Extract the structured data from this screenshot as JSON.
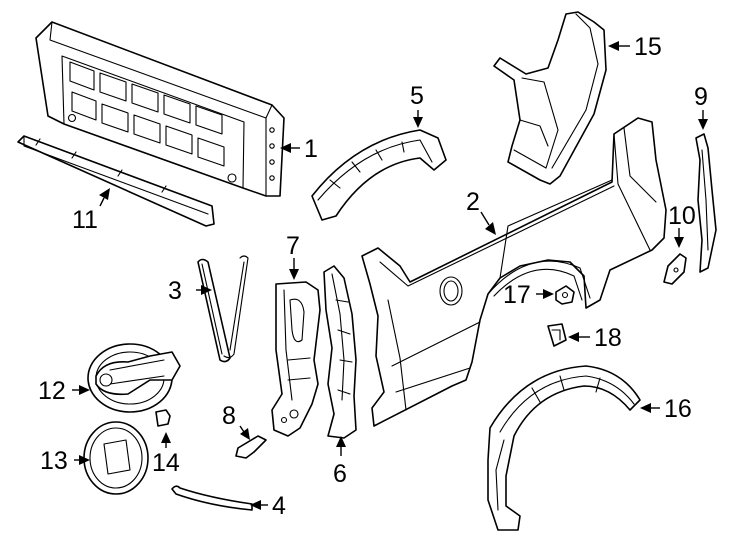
{
  "callouts": {
    "c1": "1",
    "c2": "2",
    "c3": "3",
    "c4": "4",
    "c5": "5",
    "c6": "6",
    "c7": "7",
    "c8": "8",
    "c9": "9",
    "c10": "10",
    "c11": "11",
    "c12": "12",
    "c13": "13",
    "c14": "14",
    "c15": "15",
    "c16": "16",
    "c17": "17",
    "c18": "18"
  },
  "colors": {
    "line": "#000000",
    "background": "#ffffff"
  }
}
